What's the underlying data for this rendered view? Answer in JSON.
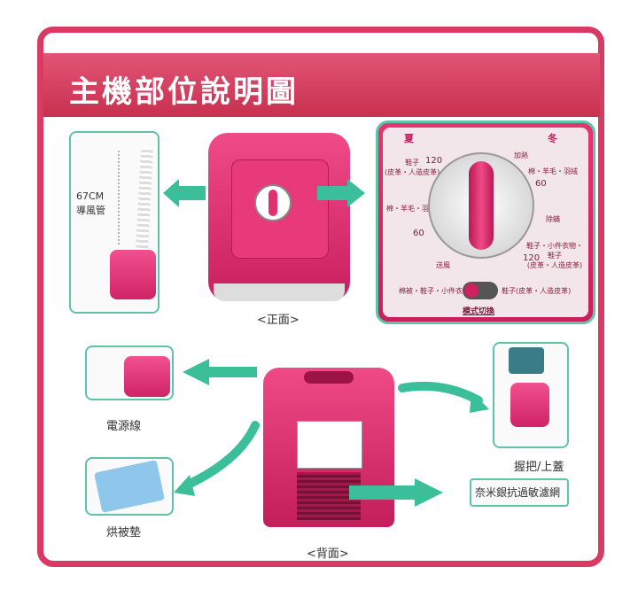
{
  "title": "主機部位說明圖",
  "hose": {
    "length": "67CM",
    "name": "導風管"
  },
  "front_label": "<正面>",
  "back_label": "<背面>",
  "power_cord": "電源線",
  "pad": "烘被墊",
  "handle_lid": "握把/上蓋",
  "filter": "奈米銀抗過敏濾網",
  "dial": {
    "summer": "夏",
    "winter": "冬",
    "left_top": "鞋子\n(皮革・人造皮革)",
    "left_mid": "棉・羊毛・羽絨",
    "right_heat": "加熱",
    "right_top": "棉・羊毛・羽絨",
    "right_dehum": "除蟎",
    "right_bottom": "鞋子・小件衣物・\n鞋子\n(皮革・人造皮革)",
    "fan": "送風",
    "num_120_left": "120",
    "num_60_left": "60",
    "num_60_right": "60",
    "num_120_right": "120",
    "switch_left": "棉被・鞋子・小件衣物",
    "switch_right": "鞋子(皮革・人造皮革)",
    "mode_switch": "模式切換"
  },
  "colors": {
    "accent": "#d83a62",
    "arrow": "#3bbf9b"
  }
}
